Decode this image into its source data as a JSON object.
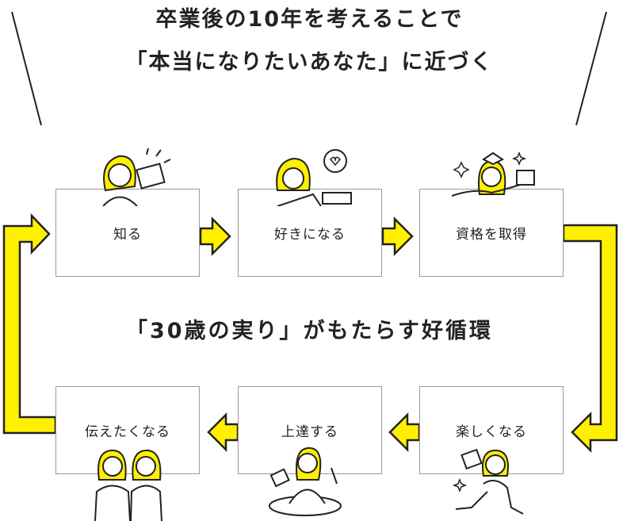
{
  "title": {
    "line1": "卒業後の10年を考えることで",
    "line2": "「本当になりたいあなた」に近づく"
  },
  "center_text": "「30歳の実り」がもたらす好循環",
  "steps": [
    {
      "label": "知る"
    },
    {
      "label": "好きになる"
    },
    {
      "label": "資格を取得"
    },
    {
      "label": "楽しくなる"
    },
    {
      "label": "上達する"
    },
    {
      "label": "伝えたくなる"
    }
  ],
  "colors": {
    "arrow": "#fff000",
    "outline": "#222222",
    "box_border": "#9a9a9a"
  }
}
